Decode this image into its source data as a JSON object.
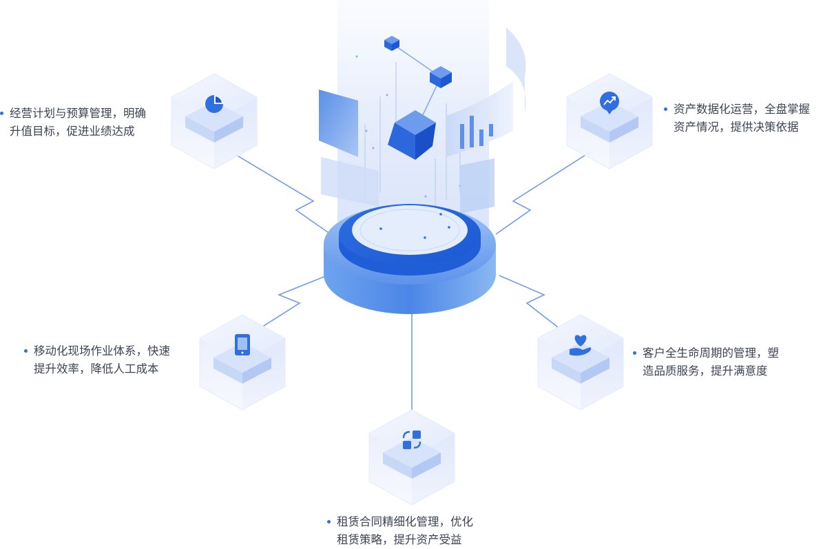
{
  "colors": {
    "accent": "#2f6fe0",
    "cube_face": "#dfe7fb",
    "connector": "#6f9be8",
    "text": "#3c4454"
  },
  "features": [
    {
      "id": "planning",
      "icon": "pie-chart-icon",
      "lines": [
        "经营计划与预算管理，明确",
        "升值目标，促进业绩达成"
      ]
    },
    {
      "id": "mobile",
      "icon": "tablet-icon",
      "lines": [
        "移动化现场作业体系，快速",
        "提升效率，降低人工成本"
      ]
    },
    {
      "id": "lease",
      "icon": "exchange-icon",
      "lines": [
        "租赁合同精细化管理，优化",
        "租赁策略，提升资产受益"
      ]
    },
    {
      "id": "customer",
      "icon": "heart-hand-icon",
      "lines": [
        "客户全生命周期的管理，塑",
        "造品质服务，提升满意度"
      ]
    },
    {
      "id": "data",
      "icon": "trend-badge-icon",
      "lines": [
        "资产数据化运营，全盘掌握",
        "资产情况，提供决策依据"
      ]
    }
  ]
}
